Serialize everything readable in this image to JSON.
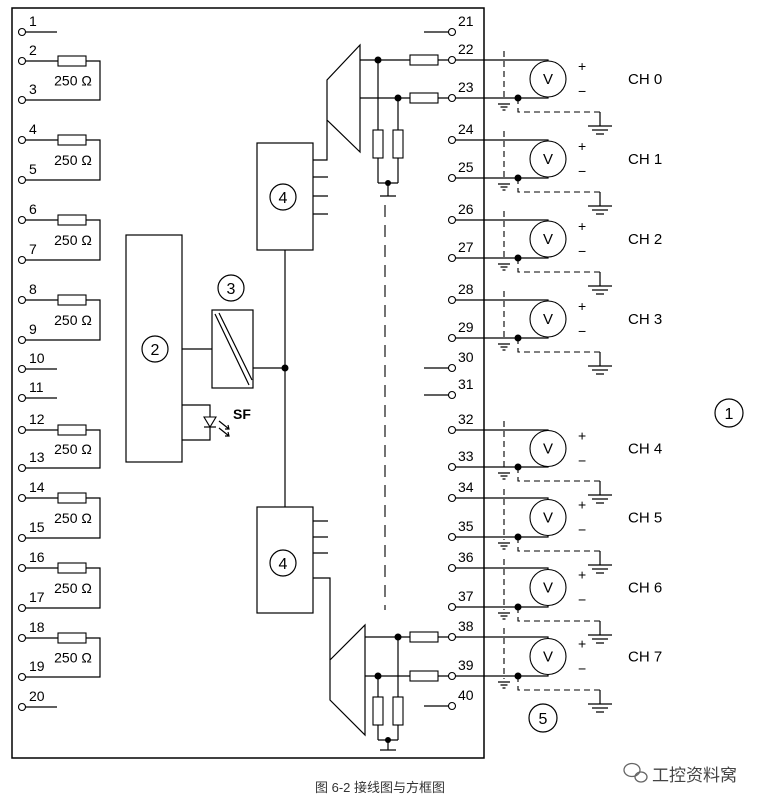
{
  "diagram": {
    "left_pins": [
      "1",
      "2",
      "3",
      "4",
      "5",
      "6",
      "7",
      "8",
      "9",
      "10",
      "11",
      "12",
      "13",
      "14",
      "15",
      "16",
      "17",
      "18",
      "19",
      "20"
    ],
    "right_pins": [
      "21",
      "22",
      "23",
      "24",
      "25",
      "26",
      "27",
      "28",
      "29",
      "30",
      "31",
      "32",
      "33",
      "34",
      "35",
      "36",
      "37",
      "38",
      "39",
      "40"
    ],
    "resistor_labels": [
      "250 Ω",
      "250 Ω",
      "250 Ω",
      "250 Ω",
      "250 Ω",
      "250 Ω",
      "250 Ω",
      "250 Ω"
    ],
    "callouts": [
      "1",
      "2",
      "3",
      "4",
      "4",
      "5"
    ],
    "led_label": "SF",
    "channels": [
      {
        "label": "CH 0",
        "source": "V",
        "plus": "+",
        "minus": "−"
      },
      {
        "label": "CH 1",
        "source": "V",
        "plus": "+",
        "minus": "−"
      },
      {
        "label": "CH 2",
        "source": "V",
        "plus": "+",
        "minus": "−"
      },
      {
        "label": "CH 3",
        "source": "V",
        "plus": "+",
        "minus": "−"
      },
      {
        "label": "CH 4",
        "source": "V",
        "plus": "+",
        "minus": "−"
      },
      {
        "label": "CH 5",
        "source": "V",
        "plus": "+",
        "minus": "−"
      },
      {
        "label": "CH 6",
        "source": "V",
        "plus": "+",
        "minus": "−"
      },
      {
        "label": "CH 7",
        "source": "V",
        "plus": "+",
        "minus": "−"
      }
    ]
  },
  "caption": "图 6-2 接线图与方框图",
  "watermark": {
    "icon": "wechat-icon",
    "text": "工控资料窝"
  }
}
